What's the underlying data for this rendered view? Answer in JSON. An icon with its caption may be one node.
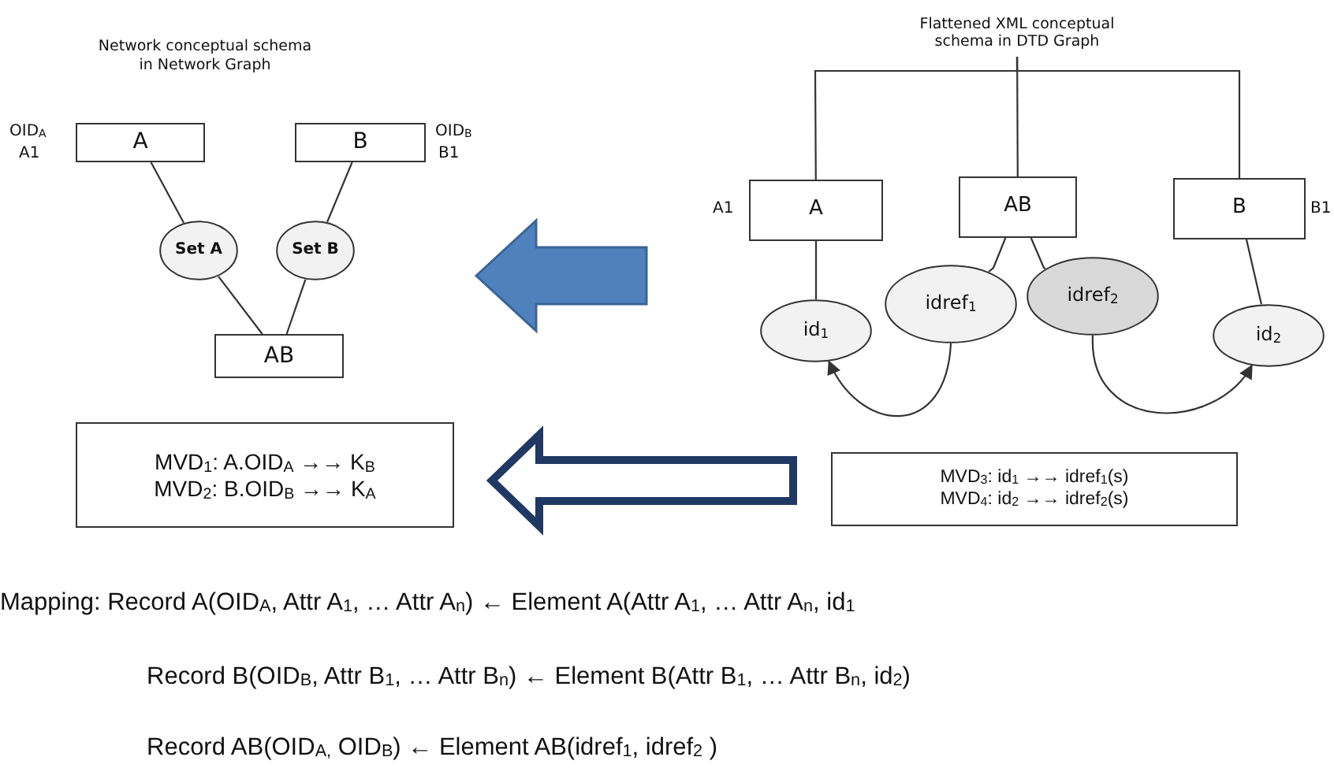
{
  "diagram": {
    "nodes": [
      {
        "text": [
          "A"
        ],
        "beside": [
          "OID$_{A}$",
          "A1"
        ]
      },
      {
        "text": [
          "B"
        ],
        "beside": [
          "OID$_{B}$",
          "B1"
        ]
      },
      {
        "text": [
          "Set A"
        ]
      },
      {
        "text": [
          "Set B"
        ]
      },
      {
        "text": [
          "AB"
        ]
      },
      {
        "text": [
          "MVD$_{1}$: A.OID$_{A}$ →→  K$_{B}$",
          "MVD$_{2}$: B.OID$_{B}$ →→  K$_{A}$"
        ]
      },
      {
        "text": [
          "Flattened XML conceptual schema in DTD Graph"
        ]
      },
      {
        "text": [
          "A"
        ],
        "beside": [
          "A1"
        ]
      },
      {
        "text": [
          "AB"
        ]
      },
      {
        "text": [
          "B"
        ],
        "beside": [
          "B1"
        ]
      },
      {
        "text": [
          "id$_{1}$"
        ]
      },
      {
        "text": [
          "idref$_{1}$"
        ]
      },
      {
        "text": [
          "idref$_{2}$"
        ]
      },
      {
        "text": [
          "id$_{2}$"
        ]
      },
      {
        "text": [
          "MVD$_{3}$: id$_{1}$ →→  idref$_{1}$(s)",
          "MVD$_{4}$: id$_{2}$ →→ idref$_{2}$(s)"
        ]
      }
    ],
    "edges": [
      {
        "from": 0,
        "to": 2,
        "arrow": "none"
      },
      {
        "from": 2,
        "to": 4,
        "arrow": "none"
      },
      {
        "from": 1,
        "to": 3,
        "arrow": "none"
      },
      {
        "from": 3,
        "to": 4,
        "arrow": "none"
      },
      {
        "from": 6,
        "to": 7,
        "arrow": "none"
      },
      {
        "from": 6,
        "to": 8,
        "arrow": "none"
      },
      {
        "from": 6,
        "to": 9,
        "arrow": "none"
      },
      {
        "from": 7,
        "to": 10,
        "arrow": "none"
      },
      {
        "from": 8,
        "to": 11,
        "arrow": "none"
      },
      {
        "from": 8,
        "to": 12,
        "arrow": "none"
      },
      {
        "from": 9,
        "to": 13,
        "arrow": "none"
      },
      {
        "from": 11,
        "to": 10,
        "arrow": "to"
      },
      {
        "from": 12,
        "to": 13,
        "arrow": "to"
      },
      {
        "from": 7,
        "to": 1,
        "arrow": "to",
        "style": "thick",
        "color": "#4f81bd"
      },
      {
        "from": 14,
        "to": 5,
        "arrow": "to",
        "style": "thick",
        "color": "#1f3864"
      }
    ],
    "labels": [
      "Network conceptual schema in Network Graph",
      "Mapping: Record A(OID$_{A}$, Attr A$_{1}$, … Attr A$_{n}$) ← Element A(Attr A$_{1}$, … Attr A$_{n}$, id$_{1}$",
      "Record B(OID$_{B}$, Attr B$_{1}$, … Attr B$_{n}$) ← Element B(Attr B$_{1}$, … Attr B$_{n}$, id$_{2}$)",
      "Record AB(OID$_{A,}$ OID$_{B}$) ← Element AB(idref$_{1}$, idref$_{2}$ )"
    ]
  }
}
